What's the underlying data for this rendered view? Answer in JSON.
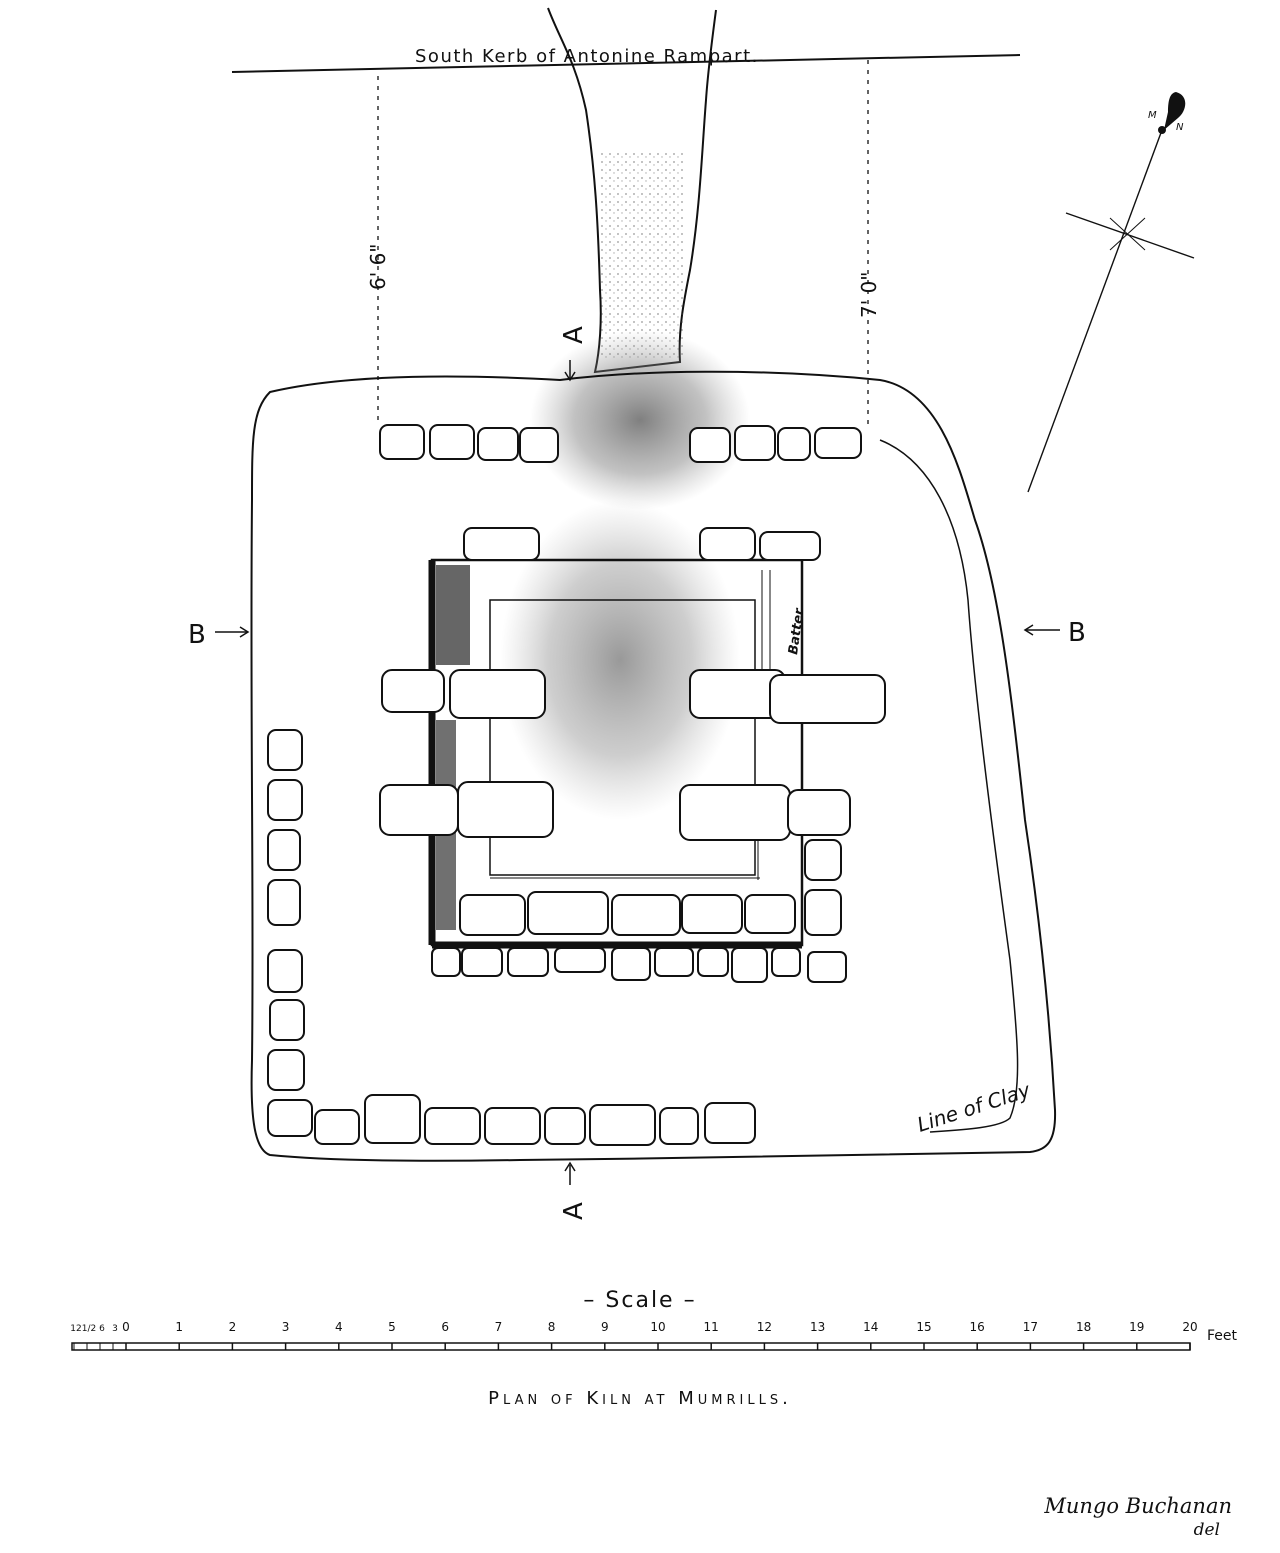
{
  "labels": {
    "rampart": "South Kerb of Antonine Rampart.",
    "dim_left": "6' 6\"",
    "dim_right": "7' 0\"",
    "section_a": "A",
    "section_b": "B",
    "batter": "Batter",
    "line_of_clay": "Line of Clay",
    "compass_m": "M",
    "compass_n": "N"
  },
  "scale": {
    "title": "– Scale –",
    "unit": "Feet",
    "small_ticks": [
      "12",
      "1/2",
      "6",
      "3"
    ],
    "ticks": [
      "0",
      "1",
      "2",
      "3",
      "4",
      "5",
      "6",
      "7",
      "8",
      "9",
      "10",
      "11",
      "12",
      "13",
      "14",
      "15",
      "16",
      "17",
      "18",
      "19",
      "20"
    ]
  },
  "caption": "Plan of Kiln at Mumrills.",
  "credit": {
    "name": "Mungo Buchanan",
    "del": "del"
  }
}
